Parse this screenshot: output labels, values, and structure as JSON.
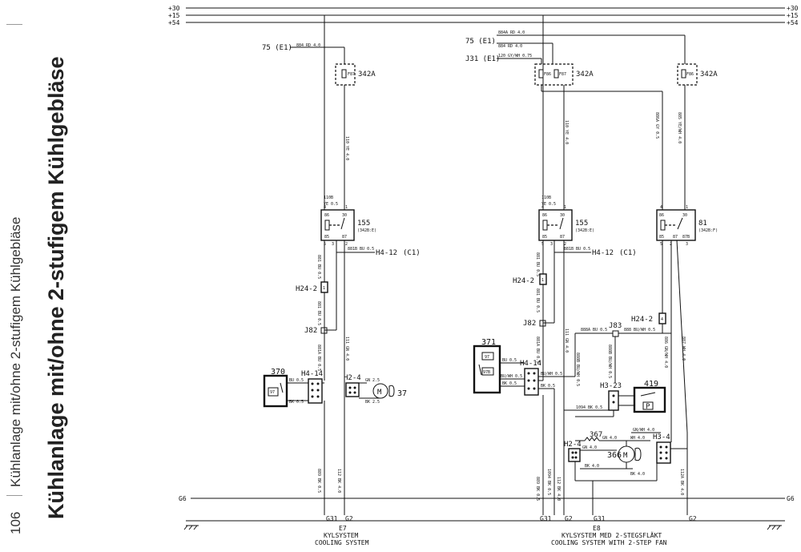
{
  "page": {
    "number": "106",
    "running_title": "Kühlanlage mit/ohne 2-stufigem Kühlgebläse",
    "title": "Kühlanlage mit/ohne 2-stufigem Kühlgebläse"
  },
  "rails": [
    "+30",
    "+15",
    "+54"
  ],
  "ground": {
    "rail": "G6",
    "left_end": "G31",
    "right_end": "G2"
  },
  "left": {
    "supply": "75 (E1)",
    "supply_wire": "884 RD 4.0",
    "fuse_box": "342A",
    "fuse": "F87",
    "fuse_out_wire": "110 YE 4.0",
    "relay": "155",
    "relay_sub": "(342B:E)",
    "relay_in_wire_num": "110B",
    "relay_in_wire": "YE 0.5",
    "p86": "86",
    "p30": "30",
    "p85": "85",
    "p87": "87",
    "n4": "4",
    "n1": "1",
    "n5": "5",
    "n3": "3",
    "n2": "2",
    "ref": "H4-12",
    "ref_note": "(C1)",
    "ref_wire": "881B BU 0.5",
    "w_881": "881 BU 0.5",
    "w_881a": "881A BU 0.5",
    "w_111": "111 GN 4.0",
    "conn_h24": "H24-2",
    "conn_h24_pin": "1",
    "junction": "J82",
    "switch": "370",
    "switch_inner": "97",
    "sw_w1": "BU 0.5",
    "sw_w2": "BK 0.5",
    "conn_h414": "H4-14",
    "conn_h24b": "H2-4",
    "fan_w1": "GN 2.5",
    "fan_w2": "BK 2.5",
    "fan": "37",
    "motor": "M",
    "g_w1": "889 BK 0.5",
    "g_w2": "112 BK 4.0",
    "g1": "G31",
    "g2": "G2",
    "code": "E7",
    "label1": "KYLSYSTEM",
    "label2": "COOLING SYSTEM"
  },
  "right": {
    "s1": "75 (E1)",
    "s1_wire1": "884A RD 4.0",
    "s1_wire2": "884 RD 4.0",
    "s2": "J31 (E1)",
    "s2_wire": "120 GY/WH 0.75",
    "fuse_box1": "342A",
    "fuse_a": "F86",
    "fuse_b": "F87",
    "fuse_box2": "342A",
    "fuse_c": "F86",
    "w_110": "110 YE 4.0",
    "w_886a": "886A GY 0.5",
    "w_885": "885 YE/WH 4.0",
    "relay1": "155",
    "relay1_sub": "(342B:E)",
    "relay1_in_num": "110B",
    "relay1_in": "YE 0.5",
    "relay2": "81",
    "relay2_sub": "(342B:F)",
    "p86": "86",
    "p30": "30",
    "p85": "85",
    "p87": "87",
    "p87b": "87B",
    "n4": "4",
    "n1": "1",
    "n5": "5",
    "n3": "3",
    "n2": "2",
    "ref": "H4-12",
    "ref_note": "(C1)",
    "ref_wire": "881B BU 0.5",
    "w_881": "881 BU 0.5",
    "w_881a": "881A BU 0.5",
    "w_111": "111 GN 4.0",
    "w_888": "888 BU/WH 0.5",
    "w_888a": "888A BU 0.5",
    "w_888b": "888B BU/WH 0.5",
    "w_886": "886 GN/WH 4.0",
    "w_887": "887 WH 4.0",
    "conn_h24": "H24-2",
    "conn_h24_pin": "1",
    "conn_h24r": "H24-2",
    "conn_h24r_pin": "4",
    "junction1": "J82",
    "junction2": "J83",
    "switch": "371",
    "sw_a": "97",
    "sw_b": "97B",
    "sw_w1": "BU 0.5",
    "sw_w2": "BU/WH 0.5",
    "sw_w3": "BK 0.5",
    "conn_h414": "H4-14",
    "sw_w4": "BU/WH 0.5",
    "sw_w5": "BK 0.5",
    "conn_h323": "H3-23",
    "pswitch": "419",
    "pswitch_p": "P",
    "w_1094": "1094 BK 0.5",
    "resistor": "367",
    "res_wire": "GN 4.0",
    "conn_h24b": "H2-4",
    "h24b_wire": "GN 4.0",
    "motor": "M",
    "fan": "366",
    "m_wire1": "WH 4.0",
    "m_wire2": "GN/WH 4.0",
    "m_wire3": "BK 4.0",
    "m_wire4": "BK 4.0",
    "conn_h34": "H3-4",
    "w_112a": "112A BK 4.0",
    "g_w1": "889 BK 0.5",
    "g_w2": "1094 BK 0.5",
    "g_w3": "112 BK 4.0",
    "g1": "G31",
    "g2": "G2",
    "g3": "G31",
    "g4": "G2",
    "code": "E8",
    "label1": "KYLSYSTEM   MED 2-STEGSFLÄKT",
    "label2": "COOLING SYSTEM   WITH 2-STEP FAN"
  }
}
